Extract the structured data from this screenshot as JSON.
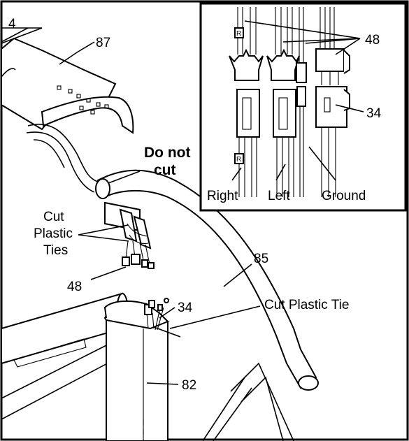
{
  "step_number": "4",
  "labels": {
    "p87": "87",
    "do_not_cut_1": "Do not",
    "do_not_cut_2": "cut",
    "cut_ties_1": "Cut",
    "cut_ties_2": "Plastic",
    "cut_ties_3": "Ties",
    "p48_main": "48",
    "p85": "85",
    "cut_tie": "Cut Plastic Tie",
    "p34_main": "34",
    "p82": "82"
  },
  "inset": {
    "p48": "48",
    "p34": "34",
    "right": "Right",
    "left": "Left",
    "ground": "Ground",
    "tag_r": "R"
  }
}
